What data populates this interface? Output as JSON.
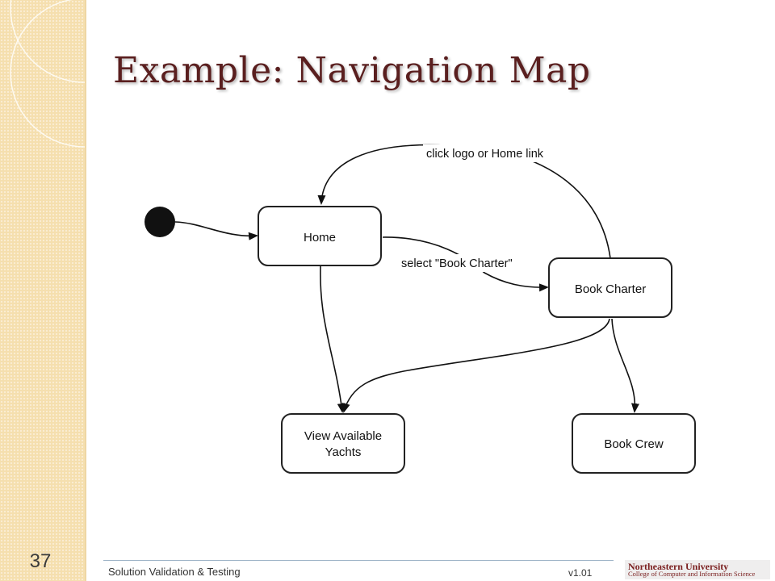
{
  "slide": {
    "title": "Example: Navigation Map",
    "number": "37"
  },
  "footer": {
    "course": "Solution Validation & Testing",
    "version": "v1.01",
    "logo_line1": "Northeastern University",
    "logo_line2": "College of Computer and Information Science"
  },
  "diagram": {
    "nodes": {
      "home": "Home",
      "book_charter": "Book Charter",
      "view_yachts_line1": "View Available",
      "view_yachts_line2": "Yachts",
      "book_crew": "Book Crew"
    },
    "edges": {
      "select_book_charter": "select \"Book Charter\"",
      "click_logo_home": "click logo or Home link"
    }
  },
  "colors": {
    "title": "#5a1f1f",
    "sidebar": "#f5dfae",
    "logo": "#7a1f1f"
  }
}
